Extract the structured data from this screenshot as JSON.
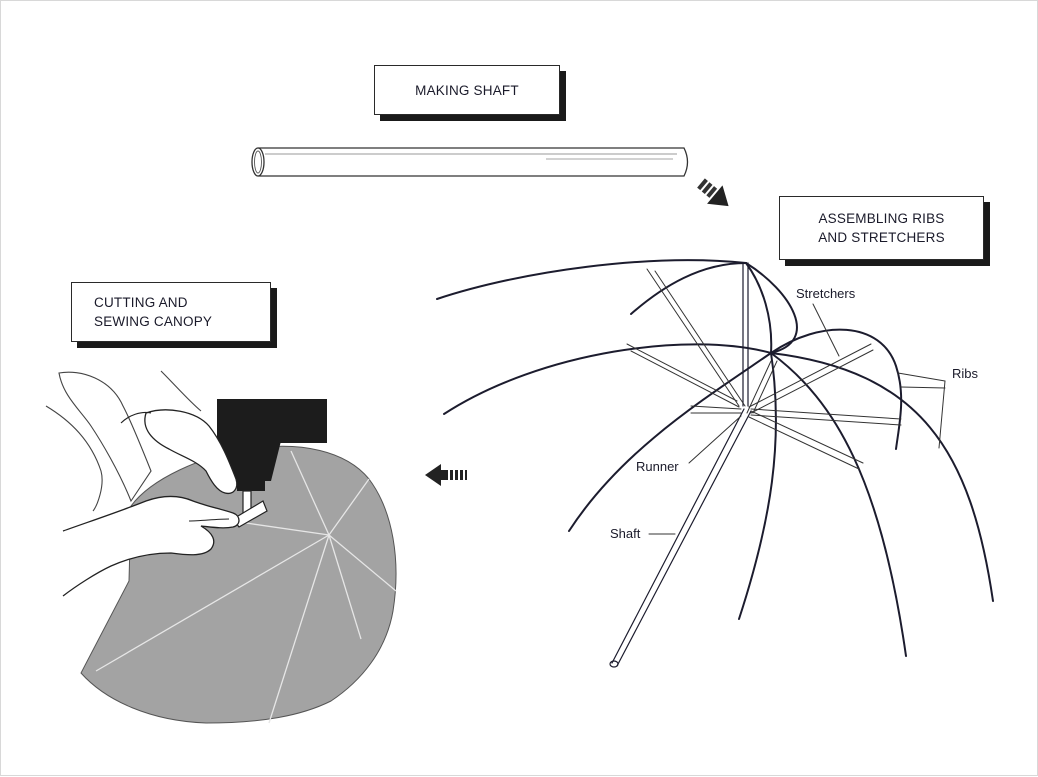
{
  "steps": {
    "making_shaft": {
      "line1": "MAKING SHAFT"
    },
    "assembling": {
      "line1": "ASSEMBLING RIBS",
      "line2": "AND STRETCHERS"
    },
    "cutting": {
      "line1": "CUTTING AND",
      "line2": "SEWING CANOPY"
    }
  },
  "labels": {
    "stretchers": "Stretchers",
    "ribs": "Ribs",
    "runner": "Runner",
    "shaft": "Shaft"
  },
  "colors": {
    "ink": "#1a1a2a",
    "canopy": "#a3a3a3",
    "machine": "#1c1c1c"
  },
  "icons": {
    "arrow_down_right": "arrow-down-right-icon",
    "arrow_left": "arrow-left-icon"
  }
}
